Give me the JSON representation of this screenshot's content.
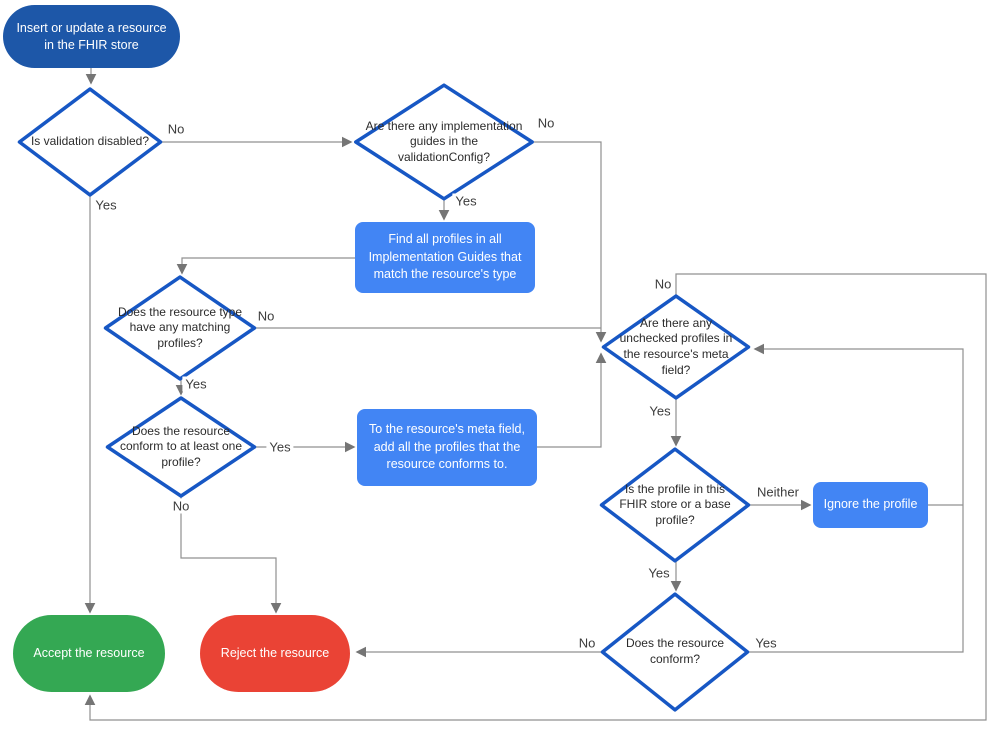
{
  "colors": {
    "start_fill": "#1d57a8",
    "decision_border": "#1757c4",
    "process_fill": "#4285f4",
    "accept_fill": "#34a853",
    "reject_fill": "#ea4335",
    "connector": "#909090"
  },
  "nodes": {
    "start": {
      "label": "Insert or update a resource in the FHIR store"
    },
    "d_validation_disabled": {
      "label": "Is validation disabled?"
    },
    "d_impl_guides": {
      "label": "Are there any implementation guides in the validationConfig?"
    },
    "p_find_profiles": {
      "label": "Find all profiles in all Implementation Guides that match the resource's type"
    },
    "d_matching_profiles": {
      "label": "Does the resource type have any matching profiles?"
    },
    "d_conform_one": {
      "label": "Does the resource conform to at least one profile?"
    },
    "p_add_profiles": {
      "label": "To the resource's meta field, add all the profiles that the resource conforms to."
    },
    "d_unchecked_profiles": {
      "label": "Are there any unchecked profiles in the resource's meta field?"
    },
    "d_profile_in_store": {
      "label": "Is the profile in this FHIR store or a base profile?"
    },
    "p_ignore_profile": {
      "label": "Ignore the profile"
    },
    "d_resource_conform": {
      "label": "Does the resource conform?"
    },
    "accept": {
      "label": "Accept the resource"
    },
    "reject": {
      "label": "Reject the resource"
    }
  },
  "labels": {
    "d1_no": "No",
    "d1_yes": "Yes",
    "d2_no": "No",
    "d2_yes": "Yes",
    "d3_no": "No",
    "d3_yes": "Yes",
    "d4_yes": "Yes",
    "d4_no": "No",
    "d5_no": "No",
    "d5_yes": "Yes",
    "d6_neither": "Neither",
    "d6_yes": "Yes",
    "d7_no": "No",
    "d7_yes": "Yes"
  }
}
